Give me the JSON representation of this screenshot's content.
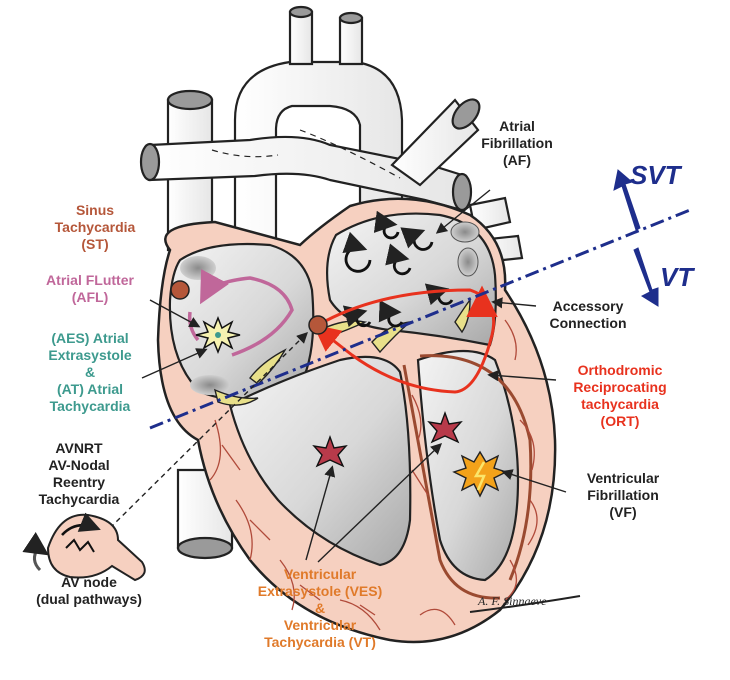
{
  "labels": {
    "af": [
      "Atrial",
      "Fibrillation",
      "(AF)"
    ],
    "svt": "SVT",
    "vt": "VT",
    "st": [
      "Sinus",
      "Tachycardia",
      "(ST)"
    ],
    "afl": [
      "Atrial FLutter",
      "(AFL)"
    ],
    "aes": [
      "(AES) Atrial",
      "Extrasystole",
      "&",
      "(AT) Atrial",
      "Tachycardia"
    ],
    "accessory": [
      "Accessory",
      "Connection"
    ],
    "ort": [
      "Orthodromic",
      "Reciprocating",
      "tachycardia",
      "(ORT)"
    ],
    "avnrt": [
      "AVNRT",
      "AV-Nodal",
      "Reentry",
      "Tachycardia"
    ],
    "vf": [
      "Ventricular",
      "Fibrillation",
      "(VF)"
    ],
    "avnode": [
      "AV node",
      "(dual pathways)"
    ],
    "ves": [
      "Ventricular",
      "Extrasystole (VES)",
      "&",
      "Ventricular",
      "Tachycardia (VT)"
    ],
    "signature": "A. F. Sinnaeve"
  },
  "colors": {
    "outline": "#222222",
    "tissue": "#f6d0c0",
    "chamber": "#cfcfcf",
    "chamber_light": "#f2f2f2",
    "st": "#b5573a",
    "afl": "#c0679a",
    "aes": "#3d9a8e",
    "ort": "#e8321e",
    "ves": "#e07a2a",
    "divider": "#1e2e8c",
    "valve": "#e8e08a",
    "vessel": "#b04a3a"
  }
}
